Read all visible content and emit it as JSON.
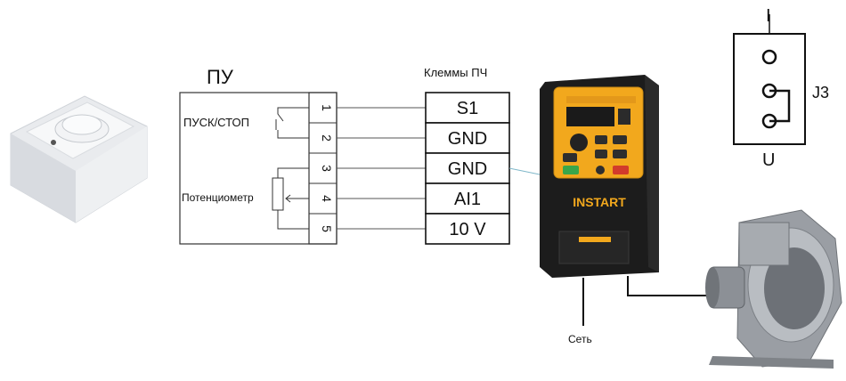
{
  "panel": {
    "title": "ПУ",
    "start_stop_label": "ПУСК/СТОП",
    "potentiometer_label": "Потенциометр",
    "pins": [
      "1",
      "2",
      "3",
      "4",
      "5"
    ]
  },
  "terminals": {
    "title": "Клеммы ПЧ",
    "labels": [
      "S1",
      "GND",
      "GND",
      "AI1",
      "10 V"
    ]
  },
  "inverter": {
    "brand": "INSTART"
  },
  "jumper": {
    "top_label": "I",
    "bottom_label": "U",
    "name": "J3"
  },
  "mains": {
    "label": "Сеть"
  },
  "colors": {
    "inverter_body": "#1c1c1c",
    "inverter_panel": "#f2a81d",
    "button_green": "#3aa64a",
    "button_red": "#d23b2b",
    "line": "#222222",
    "fan_body": "#8c9096"
  }
}
